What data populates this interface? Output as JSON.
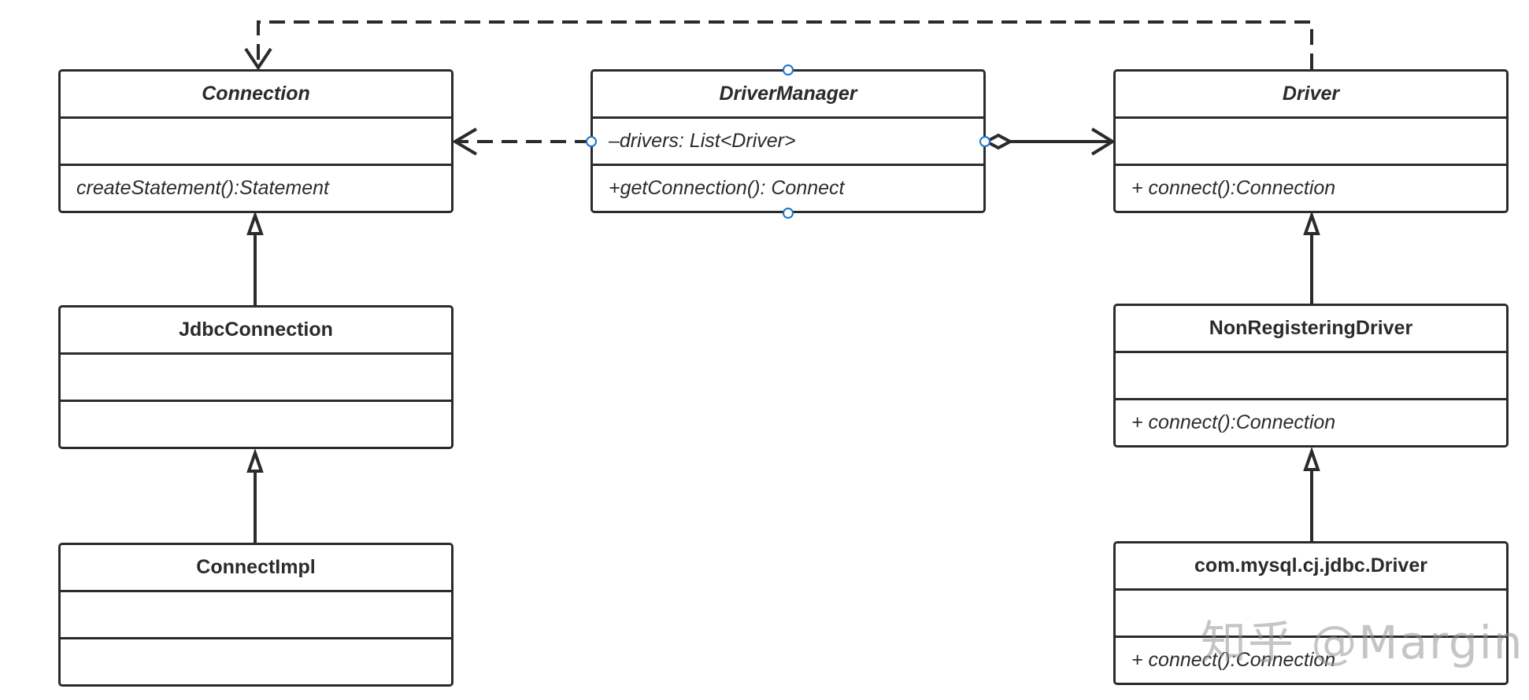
{
  "classes": {
    "connection": {
      "name": "Connection",
      "attributes": "",
      "methods": "createStatement():Statement"
    },
    "driver_manager": {
      "name": "DriverManager",
      "attributes": "–drivers: List<Driver>",
      "methods": "+getConnection(): Connect"
    },
    "driver": {
      "name": "Driver",
      "attributes": "",
      "methods": "+ connect():Connection"
    },
    "jdbc_connection": {
      "name": "JdbcConnection",
      "attributes": "",
      "methods": ""
    },
    "non_registering_driver": {
      "name": "NonRegisteringDriver",
      "attributes": "",
      "methods": "+ connect():Connection"
    },
    "connect_impl": {
      "name": "ConnectImpl",
      "attributes": "",
      "methods": ""
    },
    "mysql_driver": {
      "name": "com.mysql.cj.jdbc.Driver",
      "attributes": "",
      "methods": "+ connect():Connection"
    }
  },
  "relations": [
    {
      "from": "DriverManager",
      "to": "Connection",
      "type": "dependency"
    },
    {
      "from": "DriverManager",
      "to": "Driver",
      "type": "aggregation"
    },
    {
      "from": "Driver",
      "to": "Connection",
      "type": "dependency"
    },
    {
      "from": "JdbcConnection",
      "to": "Connection",
      "type": "realization"
    },
    {
      "from": "ConnectImpl",
      "to": "JdbcConnection",
      "type": "realization"
    },
    {
      "from": "NonRegisteringDriver",
      "to": "Driver",
      "type": "realization"
    },
    {
      "from": "com.mysql.cj.jdbc.Driver",
      "to": "NonRegisteringDriver",
      "type": "realization"
    }
  ],
  "watermark": "知乎 @Margin",
  "colors": {
    "line": "#2b2b2b",
    "handle": "#1a73c9"
  }
}
